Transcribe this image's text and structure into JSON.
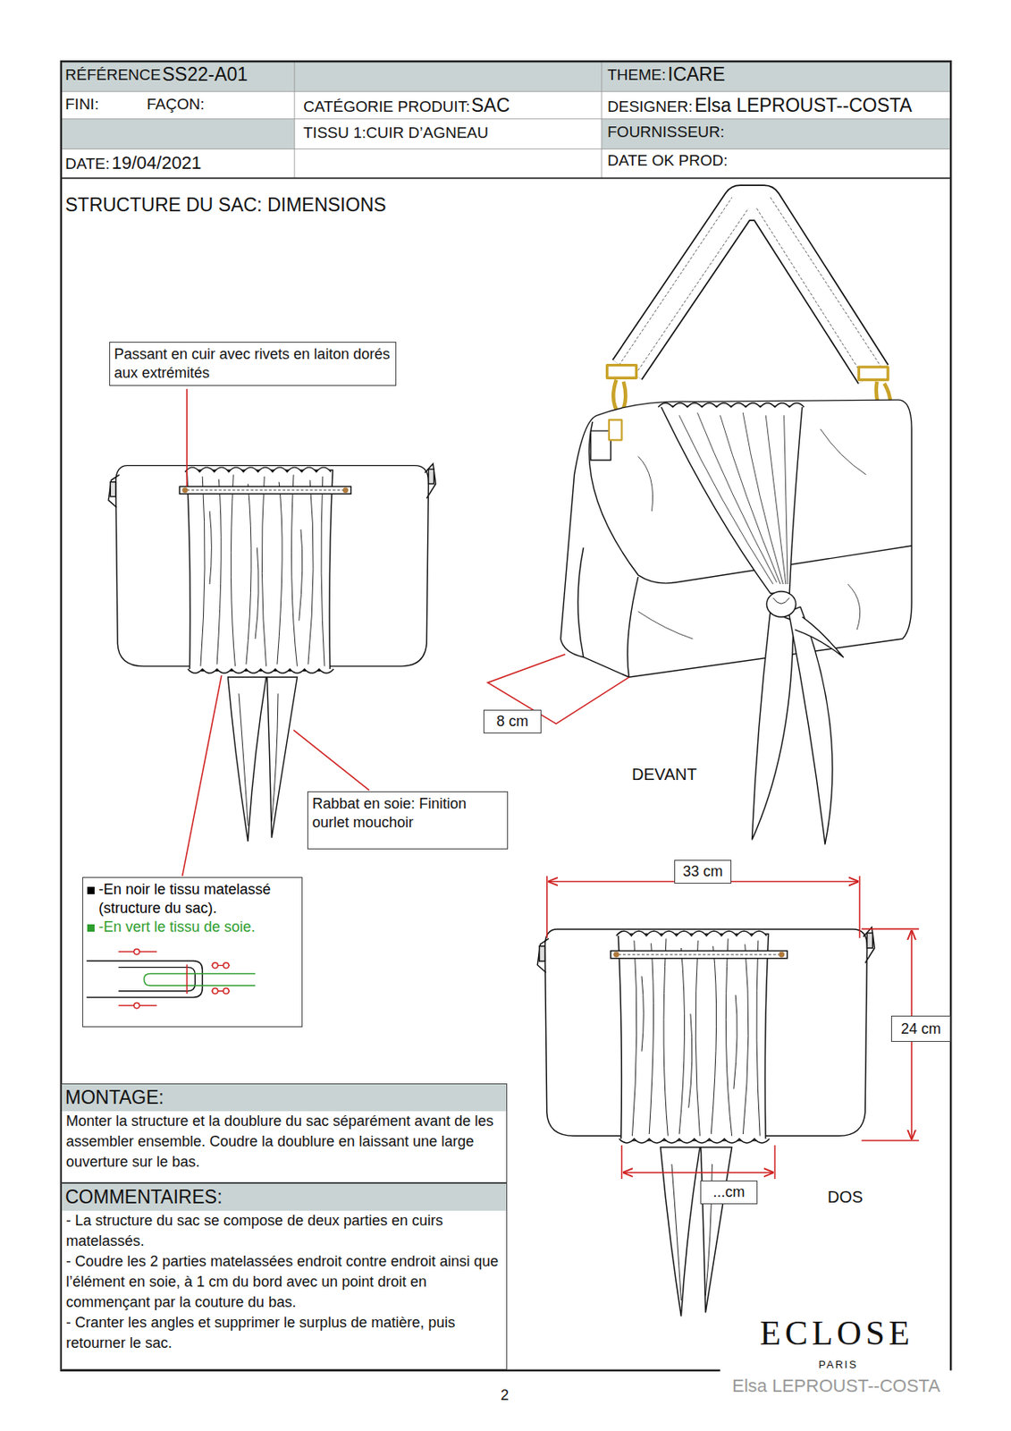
{
  "diagram": {
    "title": "STRUCTURE DU SAC: DIMENSIONS",
    "nodes": [
      {
        "text": [
          "Passant en cuir avec rivets en laiton dorés aux extrémités"
        ]
      },
      {
        "text": [
          "Rabbat en soie: Finition ourlet mouchoir"
        ]
      },
      {
        "text": [
          "8 cm"
        ]
      },
      {
        "text": [
          "33 cm"
        ]
      },
      {
        "text": [
          "24 cm"
        ]
      },
      {
        "text": [
          "...cm"
        ]
      },
      {
        "text": [
          "MONTAGE:",
          "Monter la structure et la doublure du sac séparément avant de les assembler ensemble. Coudre la doublure en laissant une large ouverture sur le bas."
        ]
      },
      {
        "text": [
          "COMMENTAIRES:",
          "- La structure du sac se compose de deux parties en cuirs matelassés.",
          "- Coudre les 2 parties matelassées endroit contre endroit ainsi que l’élément en soie, à 1 cm du bord avec un point droit en commençant par la couture du bas.",
          "- Cranter les angles et supprimer le surplus de matière, puis retourner le sac."
        ]
      }
    ],
    "labels": [
      "RÉFÉRENCE",
      "SS22-A01",
      "THEME:",
      "ICARE",
      "FINI:",
      "FAÇON:",
      "CATÉGORIE PRODUIT:",
      "SAC",
      "DESIGNER:",
      "Elsa LEPROUST--COSTA",
      "TISSU 1:CUIR D’AGNEAU",
      "FOURNISSEUR:",
      "DATE:",
      "19/04/2021",
      "DATE OK PROD:",
      "DEVANT",
      "DOS",
      "ECLOSE",
      "PARIS",
      "Elsa LEPROUST--COSTA",
      "2"
    ],
    "legend": [
      {
        "text": "-En noir le tissu matelassé (structure du sac).",
        "color": "#000000"
      },
      {
        "text": "-En vert le tissu de soie.",
        "color": "#2e9e2e"
      }
    ]
  }
}
